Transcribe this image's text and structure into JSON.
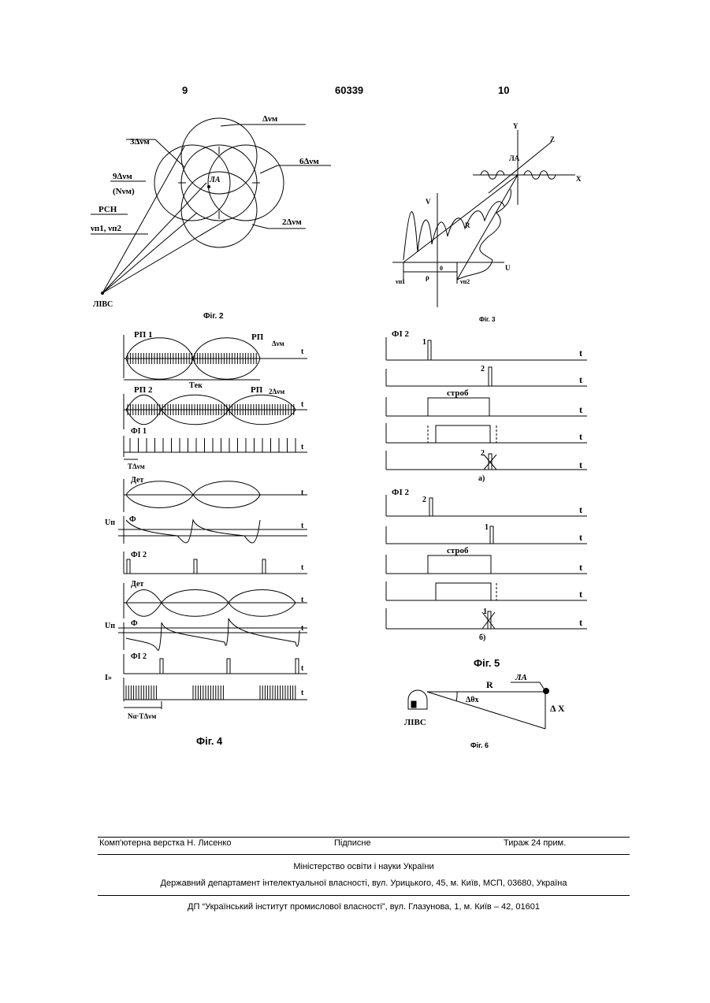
{
  "header": {
    "page_left": "9",
    "patent_number": "60339",
    "page_right": "10"
  },
  "fig2": {
    "caption": "Фіг. 2",
    "label_top": "Δνм",
    "label_3": "3Δνм",
    "label_6": "6Δνм",
    "label_9": "9Δνм",
    "label_9b": "(Nνм)",
    "label_2": "2Δνм",
    "label_rsn": "РСН",
    "label_nu": "νп1, νп2",
    "label_la": "ЛА",
    "label_lvs": "ЛІВС"
  },
  "fig3": {
    "caption": "Фіг. 3",
    "axis_y": "Y",
    "axis_z": "Z",
    "axis_x": "X",
    "axis_v": "V",
    "axis_u": "U",
    "label_la": "ЛА",
    "label_r": "R",
    "label_rho": "ρ",
    "label_zero": "0",
    "label_nu1": "νп1",
    "label_nu2": "νп2"
  },
  "fig4": {
    "caption": "Фіг. 4",
    "rp1": "РП 1",
    "rp": "РП",
    "dnu": "Δνм",
    "rp2": "РП 2",
    "dnu2": "2Δνм",
    "tek": "Tек",
    "fi1": "ФІ 1",
    "tdnu": "TΔνм",
    "det": "Дет",
    "um": "Uп",
    "phi": "Ф",
    "fi2": "ФІ 2",
    "i": "І»",
    "n_t": "Nα·TΔνм",
    "t": "t"
  },
  "fig5": {
    "caption": "Фіг. 5",
    "fi2": "ФІ 2",
    "strob": "строб",
    "label_a": "а)",
    "label_b": "б)",
    "n1": "1",
    "n2": "2",
    "t": "t"
  },
  "fig6": {
    "caption": "Фіг. 6",
    "r": "R",
    "la": "ЛА",
    "theta": "Δθх",
    "dx": "Δ X",
    "lvs": "ЛІВС"
  },
  "footer": {
    "typesetting": "Комп'ютерна верстка Н. Лисенко",
    "signed": "Підписне",
    "circulation": "Тираж 24 прим.",
    "ministry": "Міністерство освіти і науки України",
    "department": "Державний департамент інтелектуальної власності, вул. Урицького, 45, м. Київ, МСП, 03680, Україна",
    "institute": "ДП “Український інститут промислової власності”, вул. Глазунова, 1, м. Київ – 42, 01601"
  }
}
